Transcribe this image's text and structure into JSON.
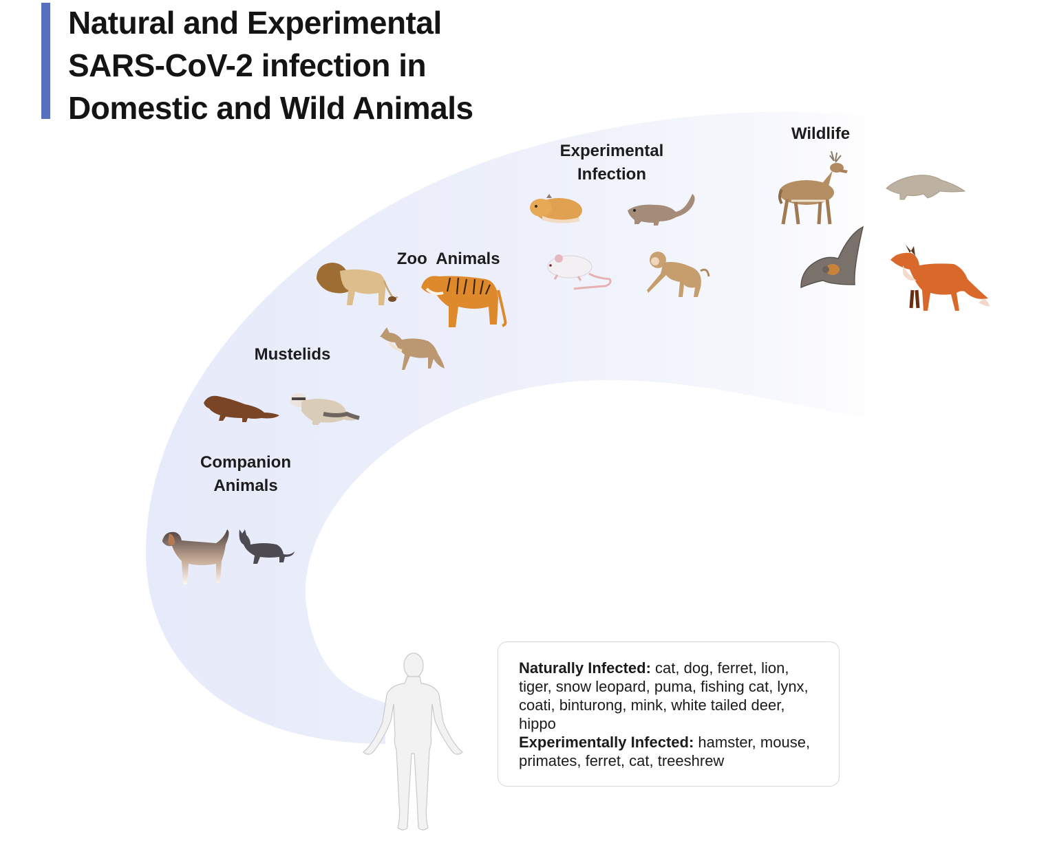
{
  "title": {
    "lines": [
      "Natural and Experimental",
      "SARS-CoV-2 infection in",
      "Domestic and Wild Animals"
    ],
    "accent_color": "#5670bf"
  },
  "arc": {
    "fill_color": "#e8ecfa"
  },
  "groups": [
    {
      "id": "companion",
      "label_lines": [
        "Companion",
        "Animals"
      ],
      "animals": [
        "dog",
        "cat"
      ]
    },
    {
      "id": "mustelids",
      "label_lines": [
        "Mustelids"
      ],
      "animals": [
        "mink",
        "ferret"
      ]
    },
    {
      "id": "zoo",
      "label_lines": [
        "Zoo  Animals"
      ],
      "animals": [
        "lion",
        "tiger",
        "coyote"
      ]
    },
    {
      "id": "experimental",
      "label_lines": [
        "Experimental",
        "Infection"
      ],
      "animals": [
        "hamster",
        "treeshrew",
        "mouse",
        "monkey"
      ]
    },
    {
      "id": "wildlife",
      "label_lines": [
        "Wildlife"
      ],
      "animals": [
        "deer",
        "pangolin",
        "bat",
        "fox"
      ]
    }
  ],
  "human": {
    "icon": "human-figure-icon"
  },
  "infobox": {
    "natural_label": "Naturally Infected:",
    "natural_list": " cat, dog, ferret, lion, tiger, snow leopard, puma, fishing cat, lynx, coati, binturong, mink, white tailed deer, hippo",
    "experimental_label": "Experimentally Infected:",
    "experimental_list": " hamster, mouse, primates, ferret, cat, treeshrew"
  }
}
